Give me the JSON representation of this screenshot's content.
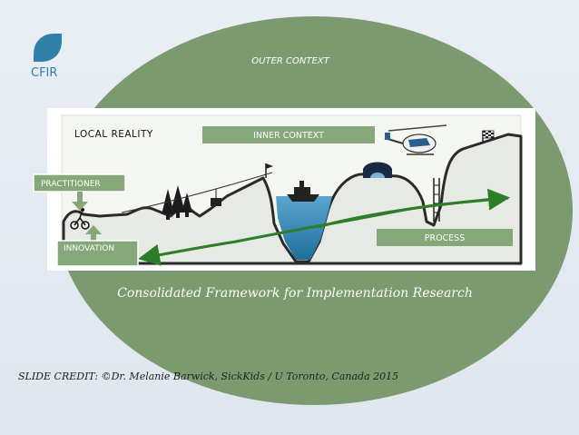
{
  "logo": {
    "label": "CFIR",
    "icon": "leaf-icon"
  },
  "labels": {
    "outer_context": "OUTER CONTEXT",
    "local_reality": "LOCAL REALITY",
    "inner_context": "INNER CONTEXT",
    "practitioner": "PRACTITIONER",
    "innovation": "INNOVATION",
    "process": "PROCESS"
  },
  "framework_title": "Consolidated Framework for Implementation Research",
  "credit": "SLIDE CREDIT: ©Dr. Melanie Barwick, SickKids / U Toronto, Canada 2015",
  "colors": {
    "outer_ellipse": "#7b9a70",
    "label_box": "#85a77a",
    "logo_blue": "#2f7fa8",
    "process_arrow": "#2e7d2a",
    "water": "#2f86b5"
  },
  "icons": [
    "leaf-icon",
    "cyclist-icon",
    "pine-tree-icon",
    "gondola-icon",
    "ship-icon",
    "bridge-icon",
    "helicopter-icon",
    "checkered-flag-icon",
    "flag-icon",
    "down-arrow-icon",
    "up-arrow-icon"
  ]
}
